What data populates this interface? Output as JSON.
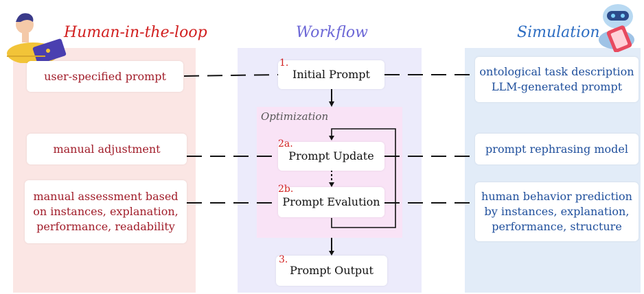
{
  "columns": {
    "human": "Human-in-the-loop",
    "workflow": "Workflow",
    "simulation": "Simulation"
  },
  "optimization_label": "Optimization",
  "workflow_steps": [
    {
      "number": "1.",
      "label": "Initial Prompt"
    },
    {
      "number": "2a.",
      "label": "Prompt Update"
    },
    {
      "number": "2b.",
      "label": "Prompt Evalution"
    },
    {
      "number": "3.",
      "label": "Prompt Output"
    }
  ],
  "human_boxes": [
    {
      "lines": [
        "user-specified prompt"
      ]
    },
    {
      "lines": [
        "manual adjustment"
      ]
    },
    {
      "lines": [
        "manual assessment based",
        "on instances, explanation,",
        "performance, readability"
      ]
    }
  ],
  "sim_boxes": [
    {
      "lines": [
        "ontological task description",
        "LLM-generated prompt"
      ]
    },
    {
      "lines": [
        "prompt rephrasing model"
      ]
    },
    {
      "lines": [
        "human behavior prediction",
        "by instances, explanation,",
        "performance, structure"
      ]
    }
  ],
  "colors": {
    "human_panel": "#fbe6e4",
    "workflow_panel": "#ecebfb",
    "simulation_panel": "#e2ecf8",
    "optimization_panel": "#f9e3f6",
    "human_text": "#a11d2a",
    "simulation_text": "#1f4f9c",
    "step_number": "#d11f1f"
  },
  "icons": [
    "person-with-laptop-icon",
    "robot-with-phone-icon"
  ]
}
